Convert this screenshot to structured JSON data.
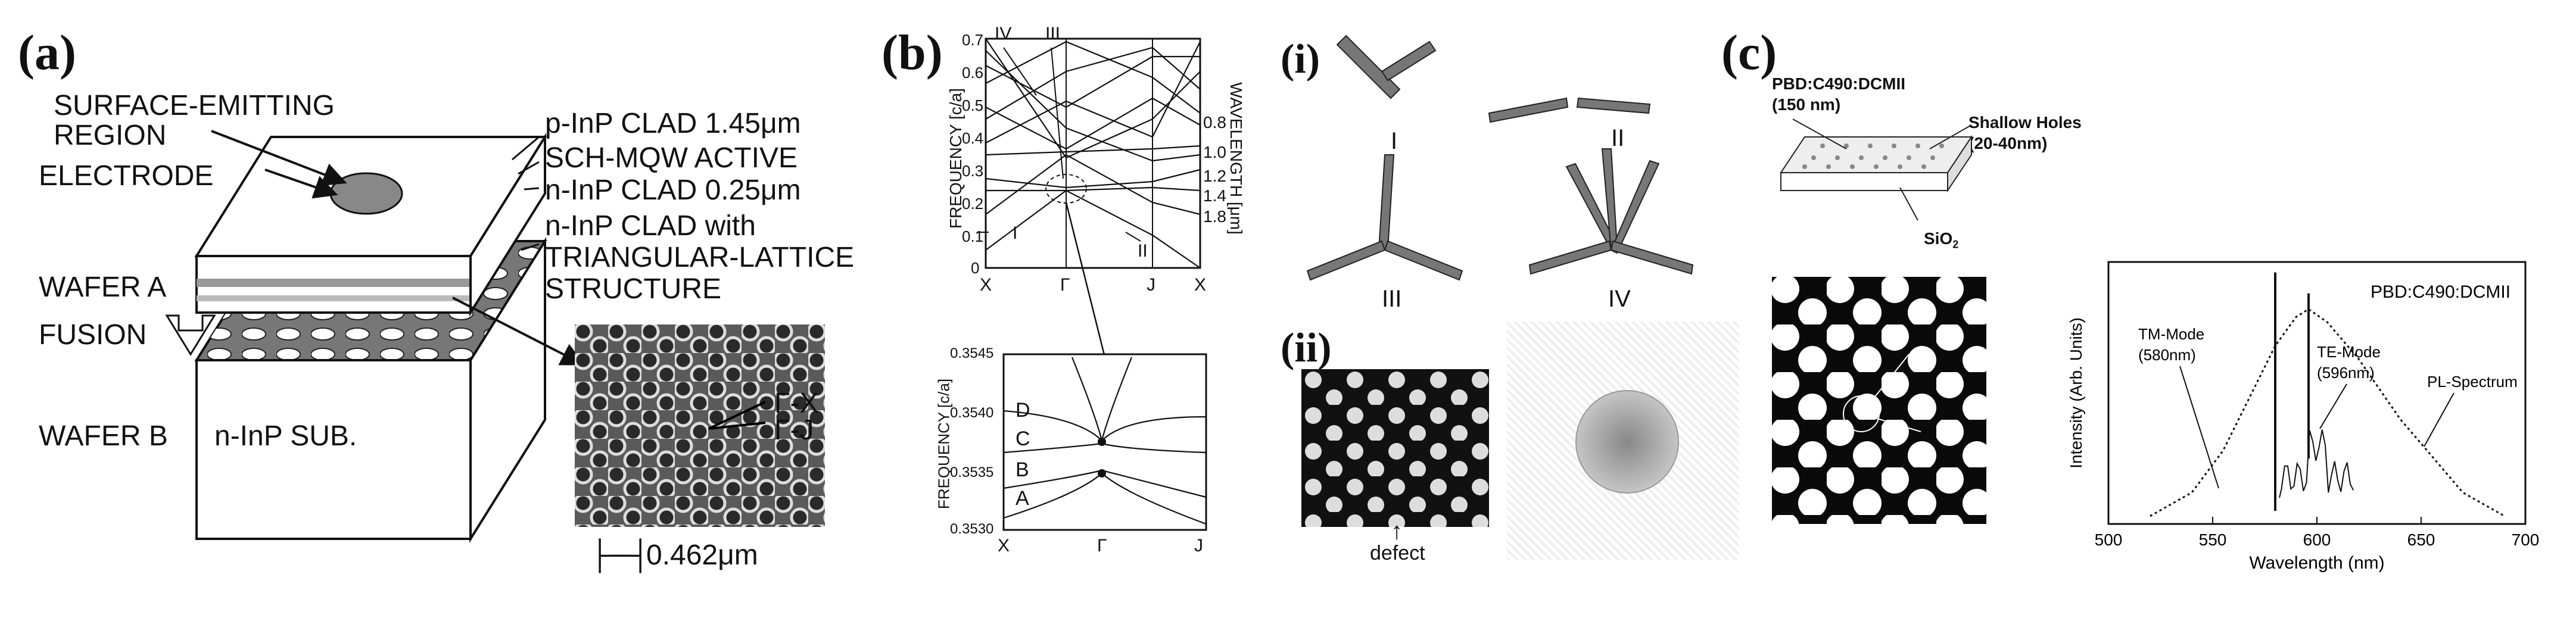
{
  "panel_a": {
    "label": "(a)",
    "surface_emitting": [
      "SURFACE-EMITTING",
      "REGION"
    ],
    "electrode": "ELECTRODE",
    "p_clad": "p-InP CLAD 1.45μm",
    "sch_mqw": "SCH-MQW ACTIVE",
    "n_clad": "n-InP CLAD 0.25μm",
    "n_clad_with": [
      "n-InP CLAD with",
      "TRIANGULAR-LATTICE",
      "STRUCTURE"
    ],
    "wafer_a": "WAFER A",
    "fusion": "FUSION",
    "wafer_b": "WAFER B",
    "substrate": "n-InP SUB.",
    "gamma_x": "Γ-X",
    "gamma_j": "Γ-J",
    "scale": "0.462μm"
  },
  "panel_b": {
    "label": "(b)",
    "top_ylabel": "FREQUENCY [c/a]",
    "top_yticks": [
      "0.7",
      "0.6",
      "0.5",
      "0.4",
      "0.3",
      "0.2",
      "0.1",
      "0"
    ],
    "right_label": "WAVELENGTH [μm]",
    "right_ticks": [
      "0.8",
      "1.0",
      "1.2",
      "1.4",
      "1.8"
    ],
    "top_xticks": [
      "X",
      "Γ",
      "J",
      "X"
    ],
    "mode_labels": [
      "IV",
      "III",
      "I",
      "II"
    ],
    "bottom_ylabel": "FREQUENCY [c/a]",
    "bottom_yticks": [
      "0.3545",
      "0.3540",
      "0.3535",
      "0.3530"
    ],
    "bottom_modes": [
      "D",
      "C",
      "B",
      "A"
    ],
    "bottom_xticks": [
      "X",
      "Γ",
      "J"
    ]
  },
  "panel_i": {
    "label": "(i)",
    "modes": [
      "I",
      "II",
      "III",
      "IV"
    ]
  },
  "panel_ii": {
    "label": "(ii)",
    "defect": "defect"
  },
  "panel_c": {
    "label": "(c)",
    "material": [
      "PBD:C490:DCMII",
      "(150 nm)"
    ],
    "shallow": [
      "Shallow Holes",
      "(20-40nm)"
    ],
    "sio2": "SiO",
    "sio2_sub": "2",
    "chart_data": {
      "type": "line",
      "title": "PBD:C490:DCMII",
      "xlabel": "Wavelength (nm)",
      "ylabel": "Intensity (Arb. Units)",
      "xlim": [
        500,
        700
      ],
      "xticks": [
        "500",
        "550",
        "600",
        "650",
        "700"
      ],
      "series": [
        {
          "name": "PL-Spectrum",
          "x": [
            520,
            540,
            555,
            570,
            580,
            590,
            596,
            605,
            620,
            640,
            655,
            670,
            690
          ],
          "y": [
            0.03,
            0.12,
            0.28,
            0.52,
            0.68,
            0.79,
            0.82,
            0.77,
            0.63,
            0.4,
            0.26,
            0.12,
            0.03
          ]
        },
        {
          "name": "TM-Mode (580nm)",
          "x": [
            580
          ],
          "y": [
            0.96
          ]
        },
        {
          "name": "TE-Mode (596nm)",
          "x": [
            596
          ],
          "y": [
            0.88
          ]
        }
      ],
      "annotations": [
        "TM-Mode",
        "(580nm)",
        "TE-Mode",
        "(596nm)",
        "PL-Spectrum"
      ],
      "grid": false
    }
  }
}
